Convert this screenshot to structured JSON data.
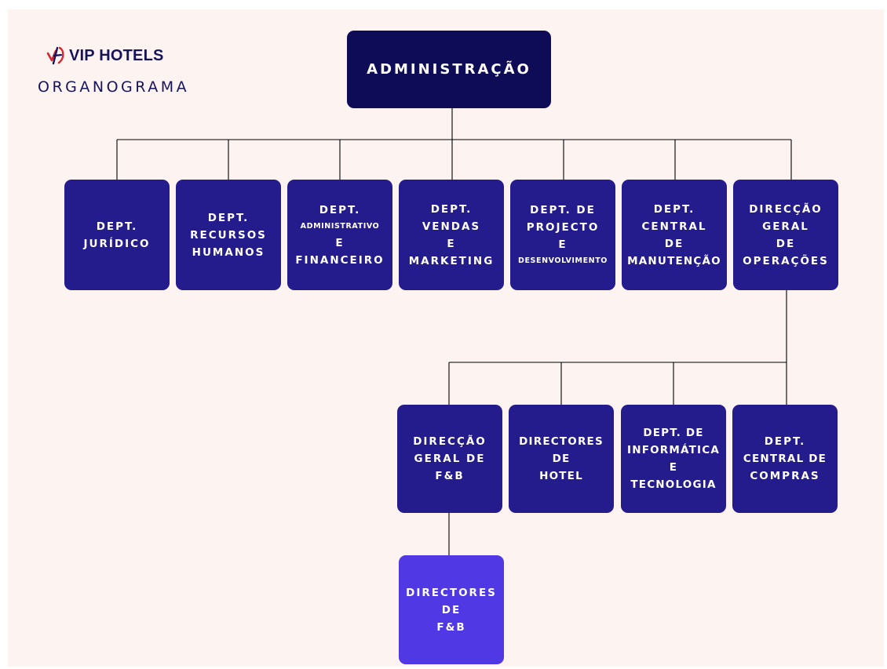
{
  "header": {
    "brand_name": "VIP HOTELS",
    "subtitle": "ORGANOGRAMA"
  },
  "nodes": {
    "root": {
      "lines": [
        "ADMINISTRAÇÃO"
      ]
    },
    "juridico": {
      "lines": [
        "DEPT.",
        "JURÍDICO"
      ]
    },
    "rh": {
      "lines": [
        "DEPT.",
        "RECURSOS",
        "HUMANOS"
      ]
    },
    "adm_fin": {
      "lines": [
        "DEPT.",
        "ADMINISTRATIVO",
        "E",
        "FINANCEIRO"
      ]
    },
    "vendas": {
      "lines": [
        "DEPT.",
        "VENDAS",
        "E",
        "MARKETING"
      ]
    },
    "projecto": {
      "lines": [
        "DEPT. DE",
        "PROJECTO",
        "E",
        "DESENVOLVIMENTO"
      ]
    },
    "manutencao": {
      "lines": [
        "DEPT.",
        "CENTRAL",
        "DE",
        "MANUTENÇÃO"
      ]
    },
    "operacoes": {
      "lines": [
        "DIRECÇÃO",
        "GERAL",
        "DE",
        "OPERAÇÕES"
      ]
    },
    "fb_geral": {
      "lines": [
        "DIRECÇÃO",
        "GERAL DE",
        "F&B"
      ]
    },
    "dir_hotel": {
      "lines": [
        "DIRECTORES",
        "DE",
        "HOTEL"
      ]
    },
    "informatica": {
      "lines": [
        "DEPT. DE",
        "INFORMÁTICA",
        "E",
        "TECNOLOGIA"
      ]
    },
    "compras": {
      "lines": [
        "DEPT.",
        "CENTRAL DE",
        "COMPRAS"
      ]
    },
    "dir_fb": {
      "lines": [
        "DIRECTORES",
        "DE",
        "F&B"
      ]
    }
  },
  "colors": {
    "root_box": "#0e0b57",
    "dept_box": "#241b8d",
    "leaf_box": "#5138e5",
    "background": "#fdf4f2",
    "connector": "#000000",
    "brand_text": "#16145a",
    "logo_red": "#d7262e"
  },
  "icons": {
    "logo": "vip-hotels-logo-icon"
  }
}
